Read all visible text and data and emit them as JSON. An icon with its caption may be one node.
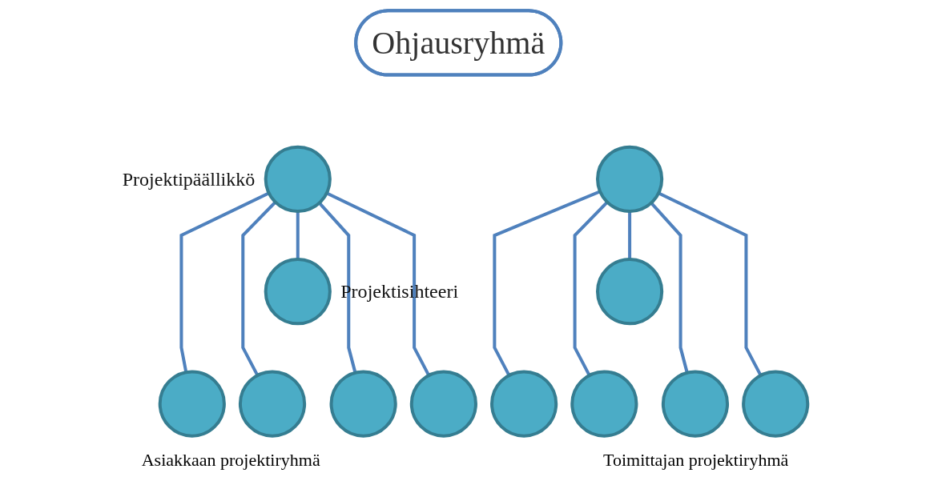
{
  "diagram": {
    "nodes": [
      {
        "text": [
          "Ohjausryhmä"
        ]
      },
      {
        "text": [],
        "shape": "circle",
        "beside": [
          "Projektipäällikkö"
        ]
      },
      {
        "text": [],
        "shape": "circle"
      },
      {
        "text": [],
        "shape": "circle",
        "beside": [
          "Projektisihteeri"
        ]
      },
      {
        "text": [],
        "shape": "circle"
      },
      {
        "text": [],
        "shape": "circle"
      },
      {
        "text": [],
        "shape": "circle"
      },
      {
        "text": [],
        "shape": "circle"
      },
      {
        "text": [],
        "shape": "circle"
      },
      {
        "text": [],
        "shape": "circle"
      },
      {
        "text": [],
        "shape": "circle"
      },
      {
        "text": [],
        "shape": "circle"
      },
      {
        "text": [],
        "shape": "circle"
      }
    ],
    "edges": [
      {
        "from": 1,
        "to": 3,
        "arrow": "none"
      },
      {
        "from": 1,
        "to": 5,
        "arrow": "none"
      },
      {
        "from": 1,
        "to": 6,
        "arrow": "none"
      },
      {
        "from": 1,
        "to": 7,
        "arrow": "none"
      },
      {
        "from": 1,
        "to": 8,
        "arrow": "none"
      },
      {
        "from": 2,
        "to": 4,
        "arrow": "none"
      },
      {
        "from": 2,
        "to": 9,
        "arrow": "none"
      },
      {
        "from": 2,
        "to": 10,
        "arrow": "none"
      },
      {
        "from": 2,
        "to": 11,
        "arrow": "none"
      },
      {
        "from": 2,
        "to": 12,
        "arrow": "none"
      }
    ],
    "labels": [
      "Asiakkaan projektiryhmä",
      "Toimittajan projektiryhmä"
    ]
  }
}
